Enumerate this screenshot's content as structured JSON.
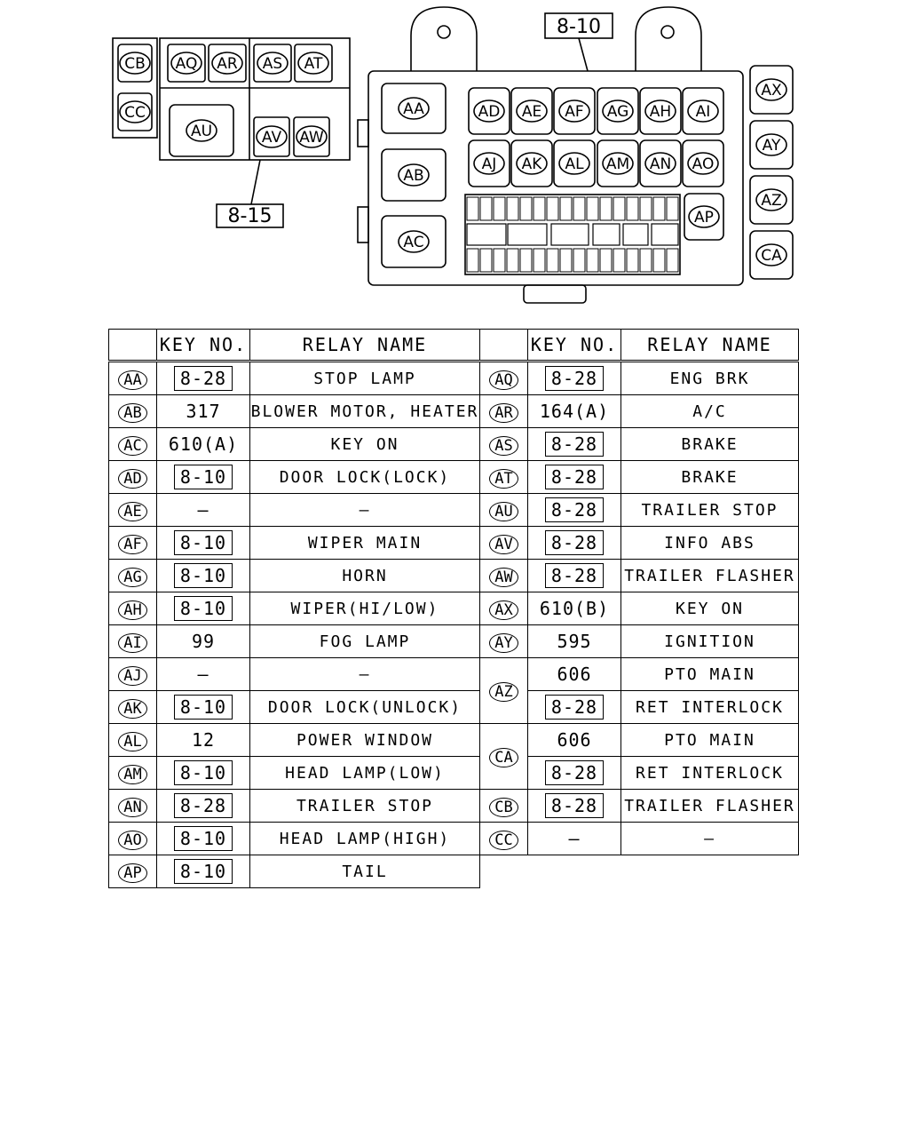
{
  "labels": {
    "panel_right_ref": "8-10",
    "panel_left_ref": "8-15"
  },
  "diagram": {
    "left_panel": {
      "side": [
        "CB",
        "CC"
      ],
      "top_pairs": [
        [
          "AQ",
          "AR"
        ],
        [
          "AS",
          "AT"
        ]
      ],
      "big": "AU",
      "bottom_pair": [
        "AV",
        "AW"
      ]
    },
    "main_panel": {
      "left_column": [
        "AA",
        "AB",
        "AC"
      ],
      "row1": [
        "AD",
        "AE",
        "AF",
        "AG",
        "AH",
        "AI"
      ],
      "row2": [
        "AJ",
        "AK",
        "AL",
        "AM",
        "AN",
        "AO"
      ],
      "side": "AP"
    },
    "external": [
      "AX",
      "AY",
      "AZ",
      "CA"
    ]
  },
  "table": {
    "headers": {
      "key_no": "KEY NO.",
      "relay_name": "RELAY NAME"
    },
    "left": [
      {
        "code": "AA",
        "key": "8-28",
        "boxed": true,
        "name": "STOP LAMP"
      },
      {
        "code": "AB",
        "key": "317",
        "boxed": false,
        "name": "BLOWER MOTOR, HEATER"
      },
      {
        "code": "AC",
        "key": "610(A)",
        "boxed": false,
        "name": "KEY ON"
      },
      {
        "code": "AD",
        "key": "8-10",
        "boxed": true,
        "name": "DOOR LOCK(LOCK)"
      },
      {
        "code": "AE",
        "key": "—",
        "boxed": false,
        "name": "—"
      },
      {
        "code": "AF",
        "key": "8-10",
        "boxed": true,
        "name": "WIPER MAIN"
      },
      {
        "code": "AG",
        "key": "8-10",
        "boxed": true,
        "name": "HORN"
      },
      {
        "code": "AH",
        "key": "8-10",
        "boxed": true,
        "name": "WIPER(HI/LOW)"
      },
      {
        "code": "AI",
        "key": "99",
        "boxed": false,
        "name": "FOG LAMP"
      },
      {
        "code": "AJ",
        "key": "—",
        "boxed": false,
        "name": "—"
      },
      {
        "code": "AK",
        "key": "8-10",
        "boxed": true,
        "name": "DOOR LOCK(UNLOCK)"
      },
      {
        "code": "AL",
        "key": "12",
        "boxed": false,
        "name": "POWER WINDOW"
      },
      {
        "code": "AM",
        "key": "8-10",
        "boxed": true,
        "name": "HEAD LAMP(LOW)"
      },
      {
        "code": "AN",
        "key": "8-28",
        "boxed": true,
        "name": "TRAILER STOP"
      },
      {
        "code": "AO",
        "key": "8-10",
        "boxed": true,
        "name": "HEAD LAMP(HIGH)"
      },
      {
        "code": "AP",
        "key": "8-10",
        "boxed": true,
        "name": "TAIL"
      }
    ],
    "right": [
      {
        "code": "AQ",
        "key": "8-28",
        "boxed": true,
        "name": "ENG BRK"
      },
      {
        "code": "AR",
        "key": "164(A)",
        "boxed": false,
        "name": "A/C"
      },
      {
        "code": "AS",
        "key": "8-28",
        "boxed": true,
        "name": "BRAKE"
      },
      {
        "code": "AT",
        "key": "8-28",
        "boxed": true,
        "name": "BRAKE"
      },
      {
        "code": "AU",
        "key": "8-28",
        "boxed": true,
        "name": "TRAILER STOP"
      },
      {
        "code": "AV",
        "key": "8-28",
        "boxed": true,
        "name": "INFO ABS"
      },
      {
        "code": "AW",
        "key": "8-28",
        "boxed": true,
        "name": "TRAILER FLASHER"
      },
      {
        "code": "AX",
        "key": "610(B)",
        "boxed": false,
        "name": "KEY ON"
      },
      {
        "code": "AY",
        "key": "595",
        "boxed": false,
        "name": "IGNITION"
      },
      {
        "code": "AZ",
        "key": "606",
        "boxed": false,
        "name": "PTO MAIN",
        "span_start": true
      },
      {
        "code": "",
        "key": "8-28",
        "boxed": true,
        "name": "RET INTERLOCK",
        "span_cont": true
      },
      {
        "code": "CA",
        "key": "606",
        "boxed": false,
        "name": "PTO MAIN",
        "span_start": true
      },
      {
        "code": "",
        "key": "8-28",
        "boxed": true,
        "name": "RET INTERLOCK",
        "span_cont": true
      },
      {
        "code": "CB",
        "key": "8-28",
        "boxed": true,
        "name": "TRAILER FLASHER"
      },
      {
        "code": "CC",
        "key": "—",
        "boxed": false,
        "name": "—"
      }
    ]
  }
}
